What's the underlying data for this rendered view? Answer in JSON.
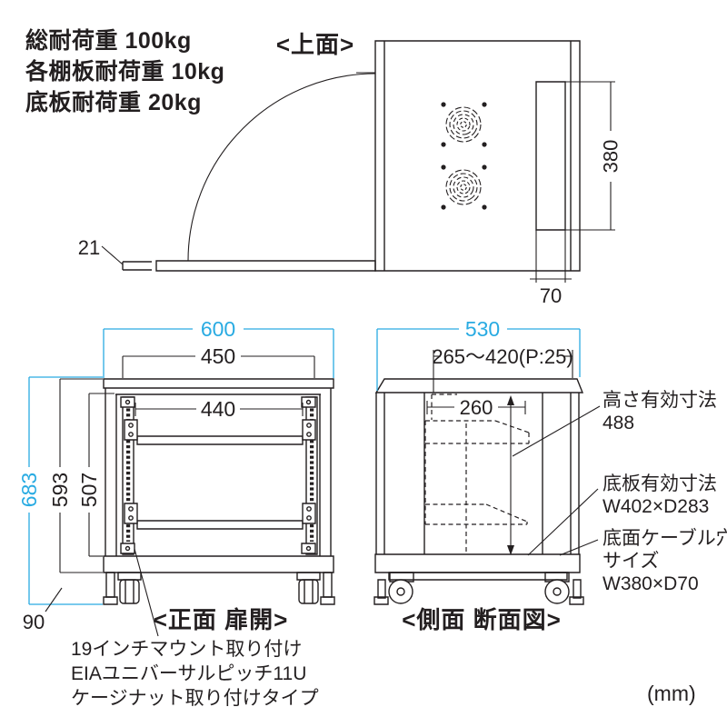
{
  "colors": {
    "ink": "#231f20",
    "accent": "#29abe2",
    "background": "#ffffff"
  },
  "unit_note": "(mm)",
  "load_specs": {
    "lines": [
      "総耐荷重 100kg",
      "各棚板耐荷重 10kg",
      "底板耐荷重 20kg"
    ]
  },
  "views": {
    "top": {
      "label": "<上面>",
      "dims": {
        "cable_hole_length": "380",
        "cable_hole_depth": "70",
        "door_thickness": "21"
      }
    },
    "front": {
      "label": "<正面 扉開>",
      "dims": {
        "outer_width": "600",
        "mount_span": "450",
        "inner_width": "440",
        "total_height": "683",
        "body_height": "593",
        "rail_height": "507",
        "base_clearance": "90"
      },
      "note_lines": [
        "19インチマウント取り付け",
        "EIAユニバーサルピッチ11U",
        "ケージナット取り付けタイプ"
      ]
    },
    "side": {
      "label": "<側面 断面図>",
      "dims": {
        "outer_depth": "530",
        "shelf_pitch_range": "265〜420(P:25)",
        "shelf_depth": "260"
      },
      "annotations": [
        {
          "lines": [
            "高さ有効寸法",
            "488"
          ]
        },
        {
          "lines": [
            "底板有効寸法",
            "W402×D283"
          ]
        },
        {
          "lines": [
            "底面ケーブル穴",
            "サイズ",
            "W380×D70"
          ]
        }
      ]
    }
  }
}
